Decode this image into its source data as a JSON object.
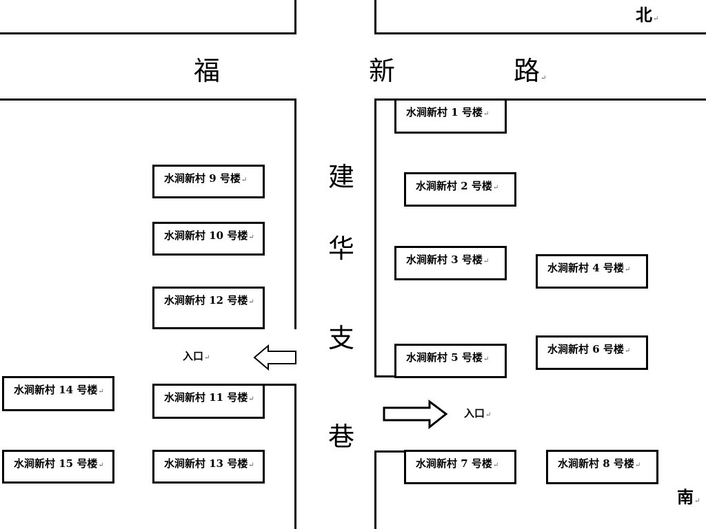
{
  "compass": {
    "north": "北",
    "south": "南"
  },
  "roads": {
    "fuxin_road": [
      "福",
      "新",
      "路"
    ],
    "jianhua_lane": [
      "建",
      "华",
      "支",
      "巷"
    ]
  },
  "entrances": {
    "west": "入口",
    "east": "入口"
  },
  "buildings": {
    "b1": "水涧新村 1 号楼",
    "b2": "水涧新村 2 号楼",
    "b3": "水涧新村 3 号楼",
    "b4": "水涧新村 4 号楼",
    "b5": "水涧新村 5 号楼",
    "b6": "水涧新村 6 号楼",
    "b7": "水涧新村 7 号楼",
    "b8": "水涧新村 8 号楼",
    "b9": "水涧新村 9 号楼",
    "b10": "水涧新村 10 号楼",
    "b11": "水涧新村 11 号楼",
    "b12": "水涧新村 12 号楼",
    "b13": "水涧新村 13 号楼",
    "b14": "水涧新村 14 号楼",
    "b15": "水涧新村 15 号楼"
  },
  "colors": {
    "line": "#000000",
    "background": "#ffffff"
  }
}
